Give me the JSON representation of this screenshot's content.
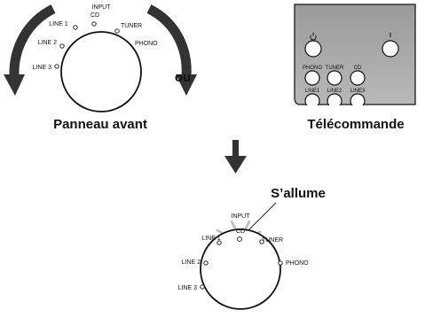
{
  "front_panel": {
    "input_title": "INPUT",
    "inputs": {
      "cd": "CD",
      "line1": "LINE 1",
      "tuner": "TUNER",
      "line2": "LINE 2",
      "phono": "PHONO",
      "line3": "LINE 3"
    },
    "caption": "Panneau avant"
  },
  "or_text": "ou",
  "remote": {
    "caption": "Télécommande",
    "buttons": [
      {
        "label": "PHONO"
      },
      {
        "label": "TUNER"
      },
      {
        "label": "CD"
      },
      {
        "label": "LINE1"
      },
      {
        "label": "LINE2"
      },
      {
        "label": "LINE3"
      }
    ]
  },
  "result": {
    "callout": "S’allume",
    "input_title": "INPUT",
    "inputs": {
      "cd": "CD",
      "line1": "LINE 1",
      "tuner": "TUNER",
      "line2": "LINE 2",
      "phono": "PHONO",
      "line3": "LINE 3"
    },
    "lit_input": "CD"
  }
}
